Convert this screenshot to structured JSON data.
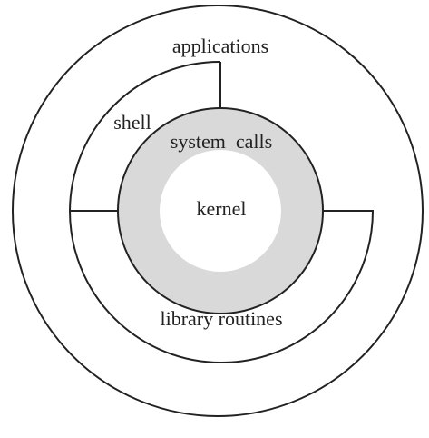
{
  "diagram": {
    "labels": {
      "applications": "applications",
      "shell": "shell",
      "system_calls": "system  calls",
      "kernel": "kernel",
      "library_routines": "library routines"
    },
    "colors": {
      "stroke": "#222222",
      "system_calls_ring": "#d9d9d9",
      "kernel_fill": "#ffffff",
      "background": "#ffffff"
    }
  }
}
